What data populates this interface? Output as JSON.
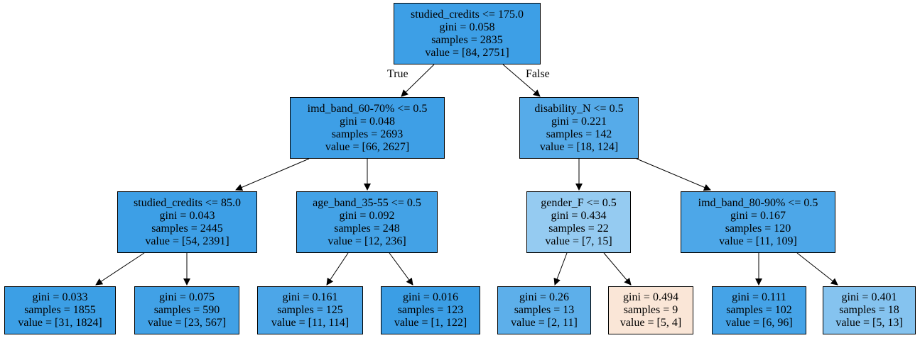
{
  "tree": {
    "edge_labels": {
      "true_label": "True",
      "false_label": "False"
    },
    "nodes": {
      "n0": {
        "split": "studied_credits <= 175.0",
        "gini": "gini = 0.058",
        "samples": "samples = 2835",
        "value": "value = [84, 2751]",
        "fill": "#3d9fe6"
      },
      "n1": {
        "split": "imd_band_60-70% <= 0.5",
        "gini": "gini = 0.048",
        "samples": "samples = 2693",
        "value": "value = [66, 2627]",
        "fill": "#3e9fe6"
      },
      "n2": {
        "split": "disability_N <= 0.5",
        "gini": "gini = 0.221",
        "samples": "samples = 142",
        "value": "value = [18, 124]",
        "fill": "#56abe9"
      },
      "n3": {
        "split": "studied_credits <= 85.0",
        "gini": "gini = 0.043",
        "samples": "samples = 2445",
        "value": "value = [54, 2391]",
        "fill": "#3d9fe6"
      },
      "n4": {
        "split": "age_band_35-55 <= 0.5",
        "gini": "gini = 0.092",
        "samples": "samples = 248",
        "value": "value = [12, 236]",
        "fill": "#43a2e6"
      },
      "n5": {
        "split": "gender_F <= 0.5",
        "gini": "gini = 0.434",
        "samples": "samples = 22",
        "value": "value = [7, 15]",
        "fill": "#95cbf1"
      },
      "n6": {
        "split": "imd_band_80-90% <= 0.5",
        "gini": "gini = 0.167",
        "samples": "samples = 120",
        "value": "value = [11, 109]",
        "fill": "#4da7e8"
      },
      "n7": {
        "gini": "gini = 0.033",
        "samples": "samples = 1855",
        "value": "value = [31, 1824]",
        "fill": "#3c9fe5"
      },
      "n8": {
        "gini": "gini = 0.075",
        "samples": "samples = 590",
        "value": "value = [23, 567]",
        "fill": "#41a1e6"
      },
      "n9": {
        "gini": "gini = 0.161",
        "samples": "samples = 125",
        "value": "value = [11, 114]",
        "fill": "#4ca6e8"
      },
      "n10": {
        "gini": "gini = 0.016",
        "samples": "samples = 123",
        "value": "value = [1, 122]",
        "fill": "#3b9ee5"
      },
      "n11": {
        "gini": "gini = 0.26",
        "samples": "samples = 13",
        "value": "value = [2, 11]",
        "fill": "#5dafea"
      },
      "n12": {
        "gini": "gini = 0.494",
        "samples": "samples = 9",
        "value": "value = [5, 4]",
        "fill": "#fae6d7"
      },
      "n13": {
        "gini": "gini = 0.111",
        "samples": "samples = 102",
        "value": "value = [6, 96]",
        "fill": "#45a3e7"
      },
      "n14": {
        "gini": "gini = 0.401",
        "samples": "samples = 18",
        "value": "value = [5, 13]",
        "fill": "#85c3ef"
      }
    }
  }
}
